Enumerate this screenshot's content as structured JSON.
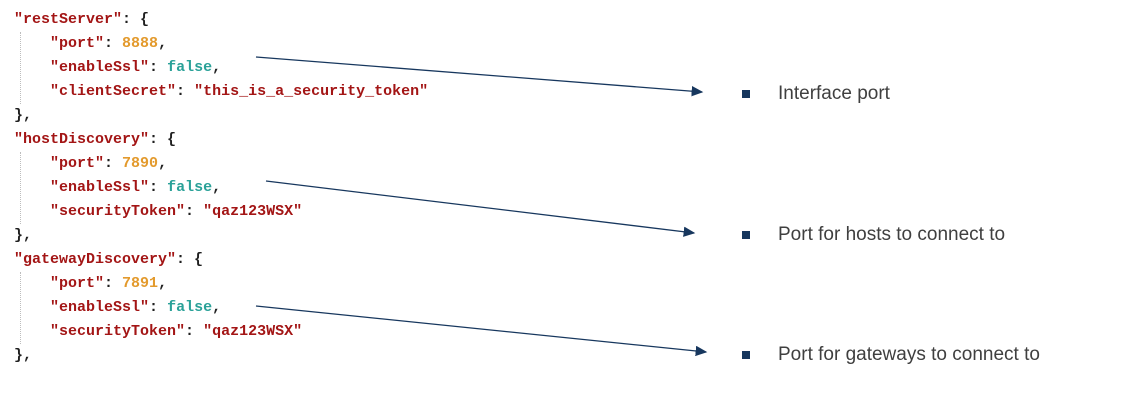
{
  "code": {
    "lines": [
      [
        {
          "t": "key",
          "v": "\"restServer\""
        },
        {
          "t": "p",
          "v": ": {"
        }
      ],
      [
        {
          "t": "ws",
          "v": "    "
        },
        {
          "t": "key",
          "v": "\"port\""
        },
        {
          "t": "p",
          "v": ": "
        },
        {
          "t": "num",
          "v": "8888"
        },
        {
          "t": "p",
          "v": ","
        }
      ],
      [
        {
          "t": "ws",
          "v": "    "
        },
        {
          "t": "key",
          "v": "\"enableSsl\""
        },
        {
          "t": "p",
          "v": ": "
        },
        {
          "t": "bool",
          "v": "false"
        },
        {
          "t": "p",
          "v": ","
        }
      ],
      [
        {
          "t": "ws",
          "v": "    "
        },
        {
          "t": "key",
          "v": "\"clientSecret\""
        },
        {
          "t": "p",
          "v": ": "
        },
        {
          "t": "str",
          "v": "\"this_is_a_security_token\""
        }
      ],
      [
        {
          "t": "p",
          "v": "},"
        }
      ],
      [
        {
          "t": "key",
          "v": "\"hostDiscovery\""
        },
        {
          "t": "p",
          "v": ": {"
        }
      ],
      [
        {
          "t": "ws",
          "v": "    "
        },
        {
          "t": "key",
          "v": "\"port\""
        },
        {
          "t": "p",
          "v": ": "
        },
        {
          "t": "num",
          "v": "7890"
        },
        {
          "t": "p",
          "v": ","
        }
      ],
      [
        {
          "t": "ws",
          "v": "    "
        },
        {
          "t": "key",
          "v": "\"enableSsl\""
        },
        {
          "t": "p",
          "v": ": "
        },
        {
          "t": "bool",
          "v": "false"
        },
        {
          "t": "p",
          "v": ","
        }
      ],
      [
        {
          "t": "ws",
          "v": "    "
        },
        {
          "t": "key",
          "v": "\"securityToken\""
        },
        {
          "t": "p",
          "v": ": "
        },
        {
          "t": "str",
          "v": "\"qaz123WSX\""
        }
      ],
      [
        {
          "t": "p",
          "v": "},"
        }
      ],
      [
        {
          "t": "key",
          "v": "\"gatewayDiscovery\""
        },
        {
          "t": "p",
          "v": ": {"
        }
      ],
      [
        {
          "t": "ws",
          "v": "    "
        },
        {
          "t": "key",
          "v": "\"port\""
        },
        {
          "t": "p",
          "v": ": "
        },
        {
          "t": "num",
          "v": "7891"
        },
        {
          "t": "p",
          "v": ","
        }
      ],
      [
        {
          "t": "ws",
          "v": "    "
        },
        {
          "t": "key",
          "v": "\"enableSsl\""
        },
        {
          "t": "p",
          "v": ": "
        },
        {
          "t": "bool",
          "v": "false"
        },
        {
          "t": "p",
          "v": ","
        }
      ],
      [
        {
          "t": "ws",
          "v": "    "
        },
        {
          "t": "key",
          "v": "\"securityToken\""
        },
        {
          "t": "p",
          "v": ": "
        },
        {
          "t": "str",
          "v": "\"qaz123WSX\""
        }
      ],
      [
        {
          "t": "p",
          "v": "},"
        }
      ]
    ]
  },
  "annotations": [
    {
      "label": "Interface port"
    },
    {
      "label": "Port for hosts to connect to"
    },
    {
      "label": "Port for gateways to connect to"
    }
  ],
  "colors": {
    "key": "#a31515",
    "string": "#a31515",
    "number": "#e39a2d",
    "keyword": "#2aa198",
    "punctuation": "#1f1f1f",
    "arrow": "#17375e",
    "bullet": "#17375e",
    "annotation_text": "#3f3f3f",
    "background": "#ffffff"
  }
}
